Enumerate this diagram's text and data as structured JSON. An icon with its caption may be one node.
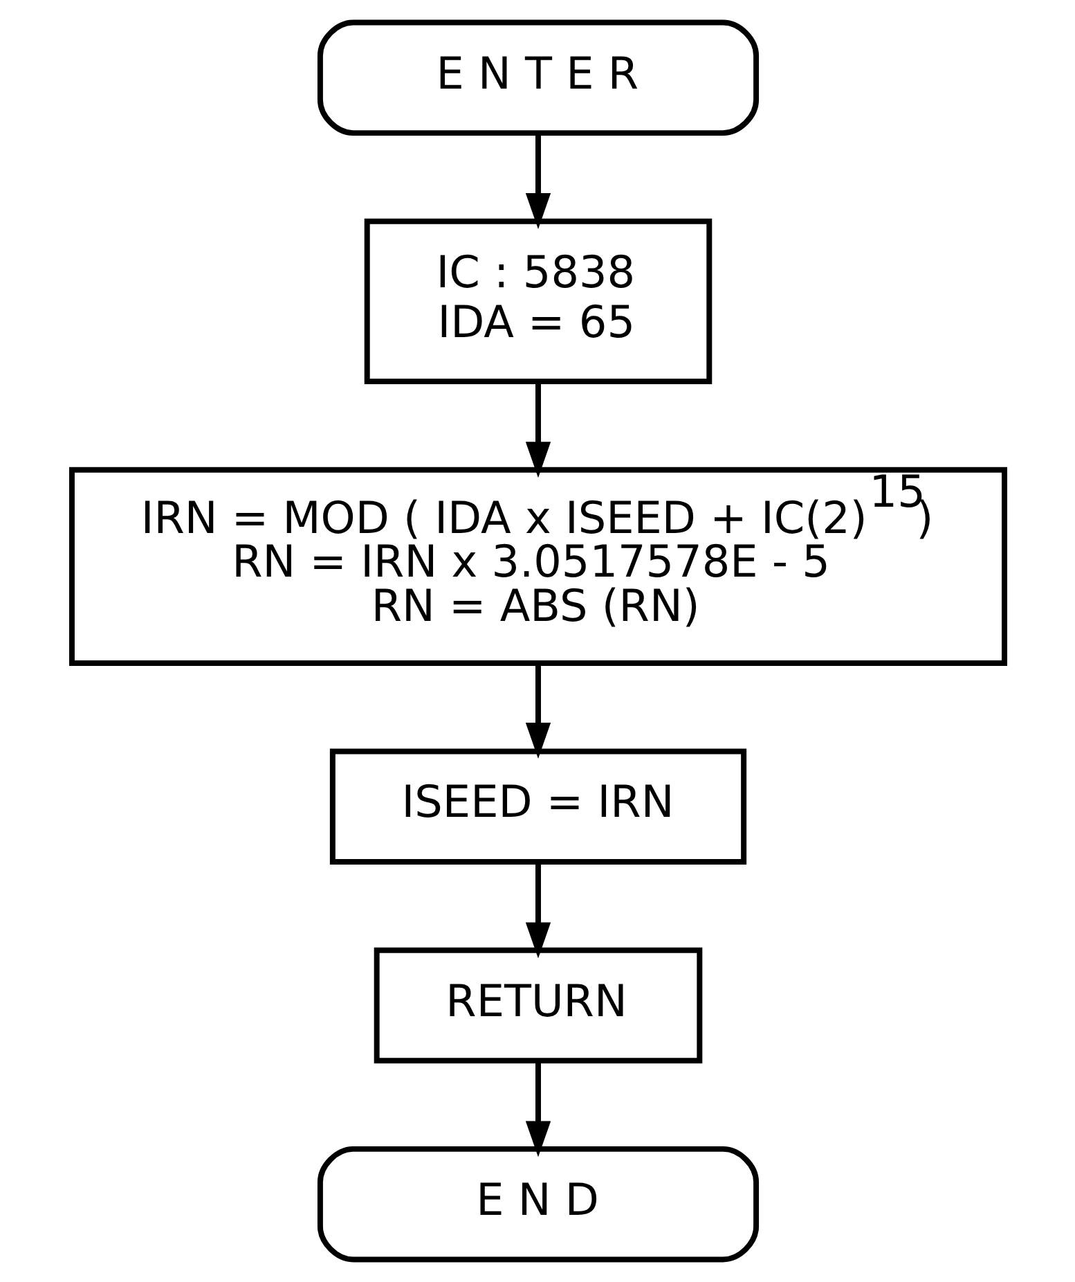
{
  "diagram": {
    "nodes": [
      {
        "text": [
          "E N T E R"
        ]
      },
      {
        "text": [
          "IC : 5838",
          "IDA = 65"
        ]
      },
      {
        "text": [
          "IRN = MOD ( IDA x ISEED + IC(2)$^{15}$)",
          "RN = IRN x 3.0517578E - 5",
          "RN = ABS (RN)"
        ]
      },
      {
        "text": [
          "ISEED = IRN"
        ]
      },
      {
        "text": [
          "RETURN"
        ]
      },
      {
        "text": [
          "E N D"
        ]
      }
    ],
    "edges": [
      {
        "from": 0,
        "to": 1,
        "arrow": "to"
      },
      {
        "from": 1,
        "to": 2,
        "arrow": "to"
      },
      {
        "from": 2,
        "to": 3,
        "arrow": "to"
      },
      {
        "from": 3,
        "to": 4,
        "arrow": "to"
      },
      {
        "from": 4,
        "to": 5,
        "arrow": "to"
      }
    ]
  }
}
